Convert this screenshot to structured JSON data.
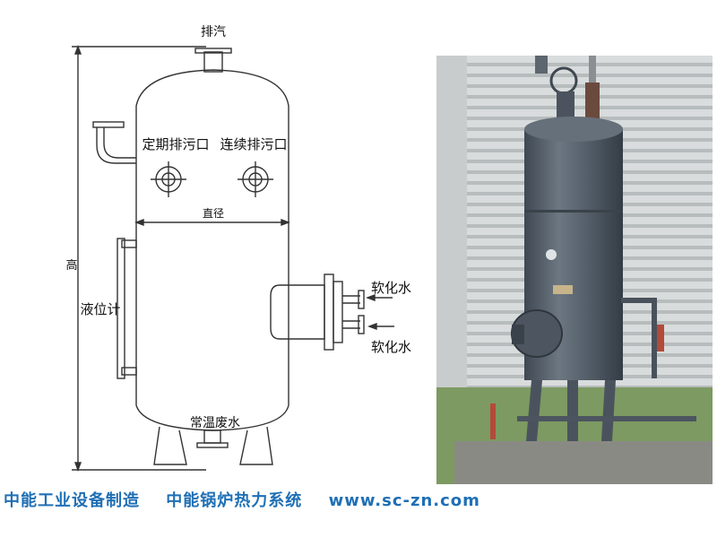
{
  "labels": {
    "exhaust": "排汽",
    "periodic_blowdown": "定期排污口",
    "continuous_blowdown": "连续排污口",
    "diameter": "直径",
    "height": "高",
    "level_gauge": "液位计",
    "softened_water_out": "软化水",
    "softened_water_in": "软化水",
    "ambient_wastewater": "常温废水"
  },
  "footer": {
    "company": "中能工业设备制造",
    "system": "中能锅炉热力系统",
    "website": "www.sc-zn.com"
  },
  "colors": {
    "line": "#333333",
    "footer_text": "#1f6fb5",
    "vessel_paint": "#5a6470"
  }
}
